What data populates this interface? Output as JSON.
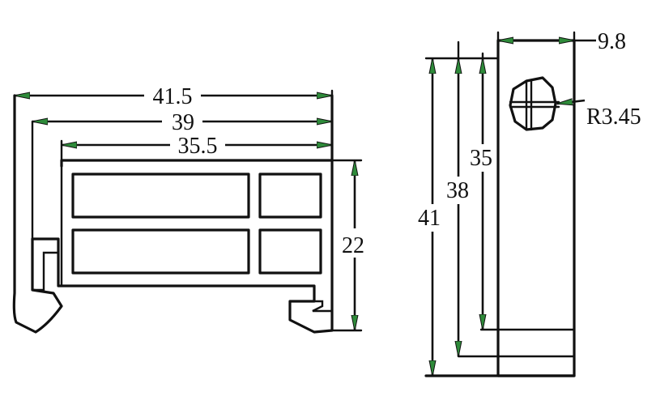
{
  "front_view": {
    "dim_overall_width": "41.5",
    "dim_mid_width": "39",
    "dim_inner_width": "35.5",
    "dim_height": "22"
  },
  "side_view": {
    "dim_thickness": "9.8",
    "dim_height_overall": "41",
    "dim_height_mid": "38",
    "dim_height_inner": "35",
    "dim_radius": "R3.45"
  },
  "colors": {
    "line": "#111111",
    "arrowhead": "#2e8b3a",
    "background": "#ffffff"
  }
}
